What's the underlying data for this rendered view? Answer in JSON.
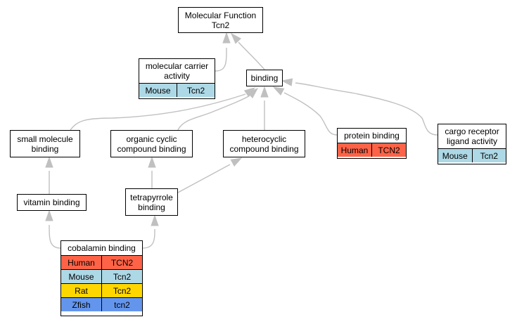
{
  "colors": {
    "Human": "#ff6347",
    "Mouse": "#add8e6",
    "Rat": "#ffd700",
    "Zfish": "#6495ed",
    "edge": "#c0c0c0"
  },
  "nodes": {
    "molecular_function": {
      "label": "Molecular Function\nTcn2"
    },
    "molecular_carrier": {
      "label": "molecular carrier\nactivity",
      "genes": [
        {
          "species": "Mouse",
          "gene": "Tcn2"
        }
      ]
    },
    "binding": {
      "label": "binding"
    },
    "small_molecule": {
      "label": "small molecule\nbinding"
    },
    "organic_cyclic": {
      "label": "organic cyclic\ncompound binding"
    },
    "heterocyclic": {
      "label": "heterocyclic\ncompound binding"
    },
    "protein_binding": {
      "label": "protein binding",
      "genes": [
        {
          "species": "Human",
          "gene": "TCN2"
        }
      ]
    },
    "cargo_receptor": {
      "label": "cargo receptor\nligand activity",
      "genes": [
        {
          "species": "Mouse",
          "gene": "Tcn2"
        }
      ]
    },
    "vitamin": {
      "label": "vitamin binding"
    },
    "tetrapyrrole": {
      "label": "tetrapyrrole\nbinding"
    },
    "cobalamin": {
      "label": "cobalamin binding",
      "genes": [
        {
          "species": "Human",
          "gene": "TCN2"
        },
        {
          "species": "Mouse",
          "gene": "Tcn2"
        },
        {
          "species": "Rat",
          "gene": "Tcn2"
        },
        {
          "species": "Zfish",
          "gene": "tcn2"
        }
      ]
    }
  },
  "edges": [
    {
      "from": "molecular_carrier",
      "to": "molecular_function"
    },
    {
      "from": "binding",
      "to": "molecular_function"
    },
    {
      "from": "small_molecule",
      "to": "binding"
    },
    {
      "from": "organic_cyclic",
      "to": "binding"
    },
    {
      "from": "heterocyclic",
      "to": "binding"
    },
    {
      "from": "protein_binding",
      "to": "binding"
    },
    {
      "from": "cargo_receptor",
      "to": "binding"
    },
    {
      "from": "vitamin",
      "to": "small_molecule"
    },
    {
      "from": "tetrapyrrole",
      "to": "organic_cyclic"
    },
    {
      "from": "tetrapyrrole",
      "to": "heterocyclic"
    },
    {
      "from": "cobalamin",
      "to": "vitamin"
    },
    {
      "from": "cobalamin",
      "to": "tetrapyrrole"
    }
  ]
}
